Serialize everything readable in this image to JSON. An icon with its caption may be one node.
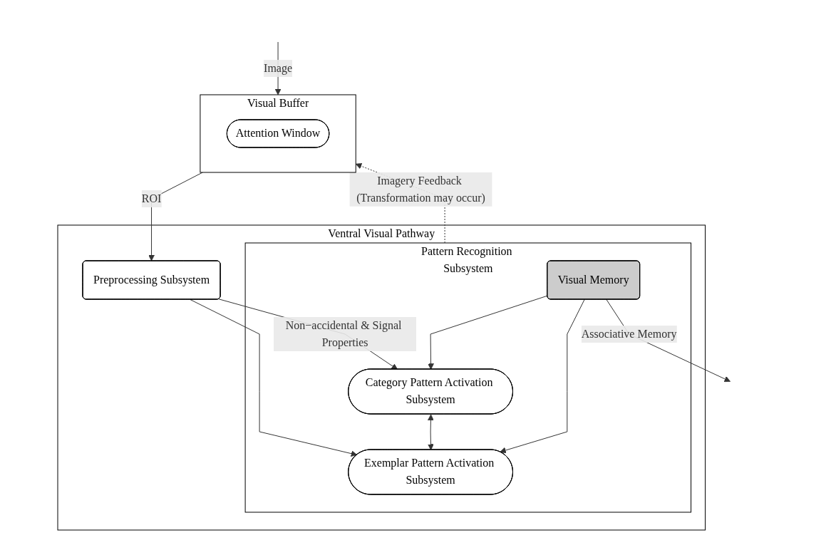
{
  "diagram": {
    "nodes": [
      {
        "text": [
          "Visual Buffer"
        ]
      },
      {
        "text": [
          "Attention Window"
        ],
        "in": 0
      },
      {
        "text": [
          "Ventral Visual Pathway"
        ]
      },
      {
        "text": [
          "Preprocessing Subsystem"
        ],
        "in": 2
      },
      {
        "text": [
          "Pattern Recognition Subsystem"
        ],
        "in": 2
      },
      {
        "text": [
          "Category Pattern Activation Subsystem"
        ],
        "in": 4
      },
      {
        "text": [
          "Exemplar Pattern Activation Subsystem"
        ],
        "in": 4
      },
      {
        "text": [
          "Visual Memory"
        ],
        "in": 4
      }
    ],
    "edges": [
      {
        "from": null,
        "to": 0,
        "arrow": "to",
        "label": "Image"
      },
      {
        "from": 4,
        "to": 0,
        "arrow": "to",
        "style": "dashed",
        "label": "Imagery Feedback (Transformation may occur)"
      },
      {
        "from": 0,
        "to": 3,
        "arrow": "to",
        "label": "ROI"
      },
      {
        "from": 3,
        "to": 5,
        "arrow": "to",
        "label": "Non−accidental & Signal Properties"
      },
      {
        "from": 3,
        "to": 6,
        "arrow": "to"
      },
      {
        "from": 5,
        "to": 6,
        "arrow": "both"
      },
      {
        "from": 7,
        "to": 5,
        "arrow": "to"
      },
      {
        "from": 7,
        "to": 6,
        "arrow": "to"
      },
      {
        "from": 7,
        "to": null,
        "arrow": "to",
        "label": "Associative Memory"
      }
    ]
  }
}
